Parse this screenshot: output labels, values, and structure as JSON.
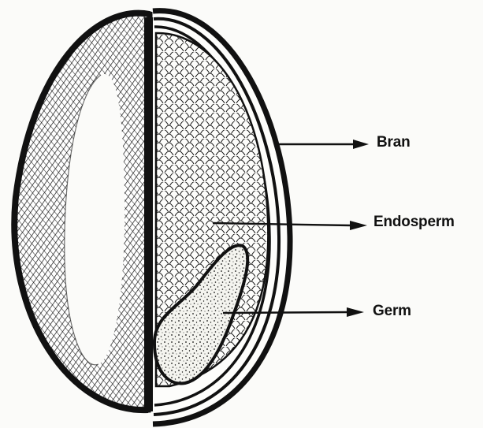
{
  "labels": {
    "bran": "Bran",
    "endosperm": "Endosperm",
    "germ": "Germ"
  },
  "colors": {
    "ink": "#111111",
    "paper": "#fbfbf9"
  }
}
